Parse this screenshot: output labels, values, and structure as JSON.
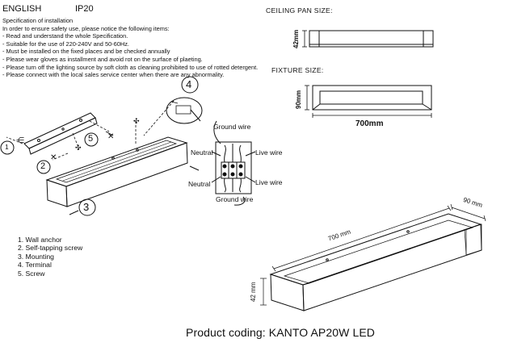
{
  "header": {
    "language": "ENGLISH",
    "ip_rating": "IP20"
  },
  "spec": {
    "title": "Specification of installation",
    "intro": "In order to ensure safety use, please notice the following items:",
    "items": [
      "- Read and understand the whole Specification.",
      "- Suitable for the use of 220-240V and 50-60Hz.",
      "- Must be installed on the fixed places and be checked annually",
      "- Please wear gloves as installment and avoid rot on the surface of plaeting.",
      "- Please turn off the lighting source by soft cloth as cleaning prohibited to use of rotted detergent.",
      "- Please connect with the local sales service center when there are any abnormality."
    ]
  },
  "ceiling_pan": {
    "title": "CEILING PAN  SIZE:",
    "height_label": "42mm"
  },
  "fixture": {
    "title": "FIXTURE SIZE:",
    "height_label": "90mm",
    "width_label": "700mm"
  },
  "callouts": [
    "1",
    "2",
    "3",
    "4",
    "5"
  ],
  "wiring": {
    "ground_top": "Ground wire",
    "neutral_top": "Neutral",
    "live_top": "Live wire",
    "neutral_bottom": "Neutral",
    "live_bottom": "Live wire",
    "ground_bottom": "Ground wire"
  },
  "legend": [
    "1. Wall anchor",
    "2. Self-tapping screw",
    "3. Mounting",
    "4. Terminal",
    "5. Screw"
  ],
  "iso_dims": {
    "length": "700 mm",
    "depth": "90 mm",
    "height": "42 mm"
  },
  "product_coding": {
    "label": "Product coding:",
    "value": "KANTO AP20W LED"
  }
}
